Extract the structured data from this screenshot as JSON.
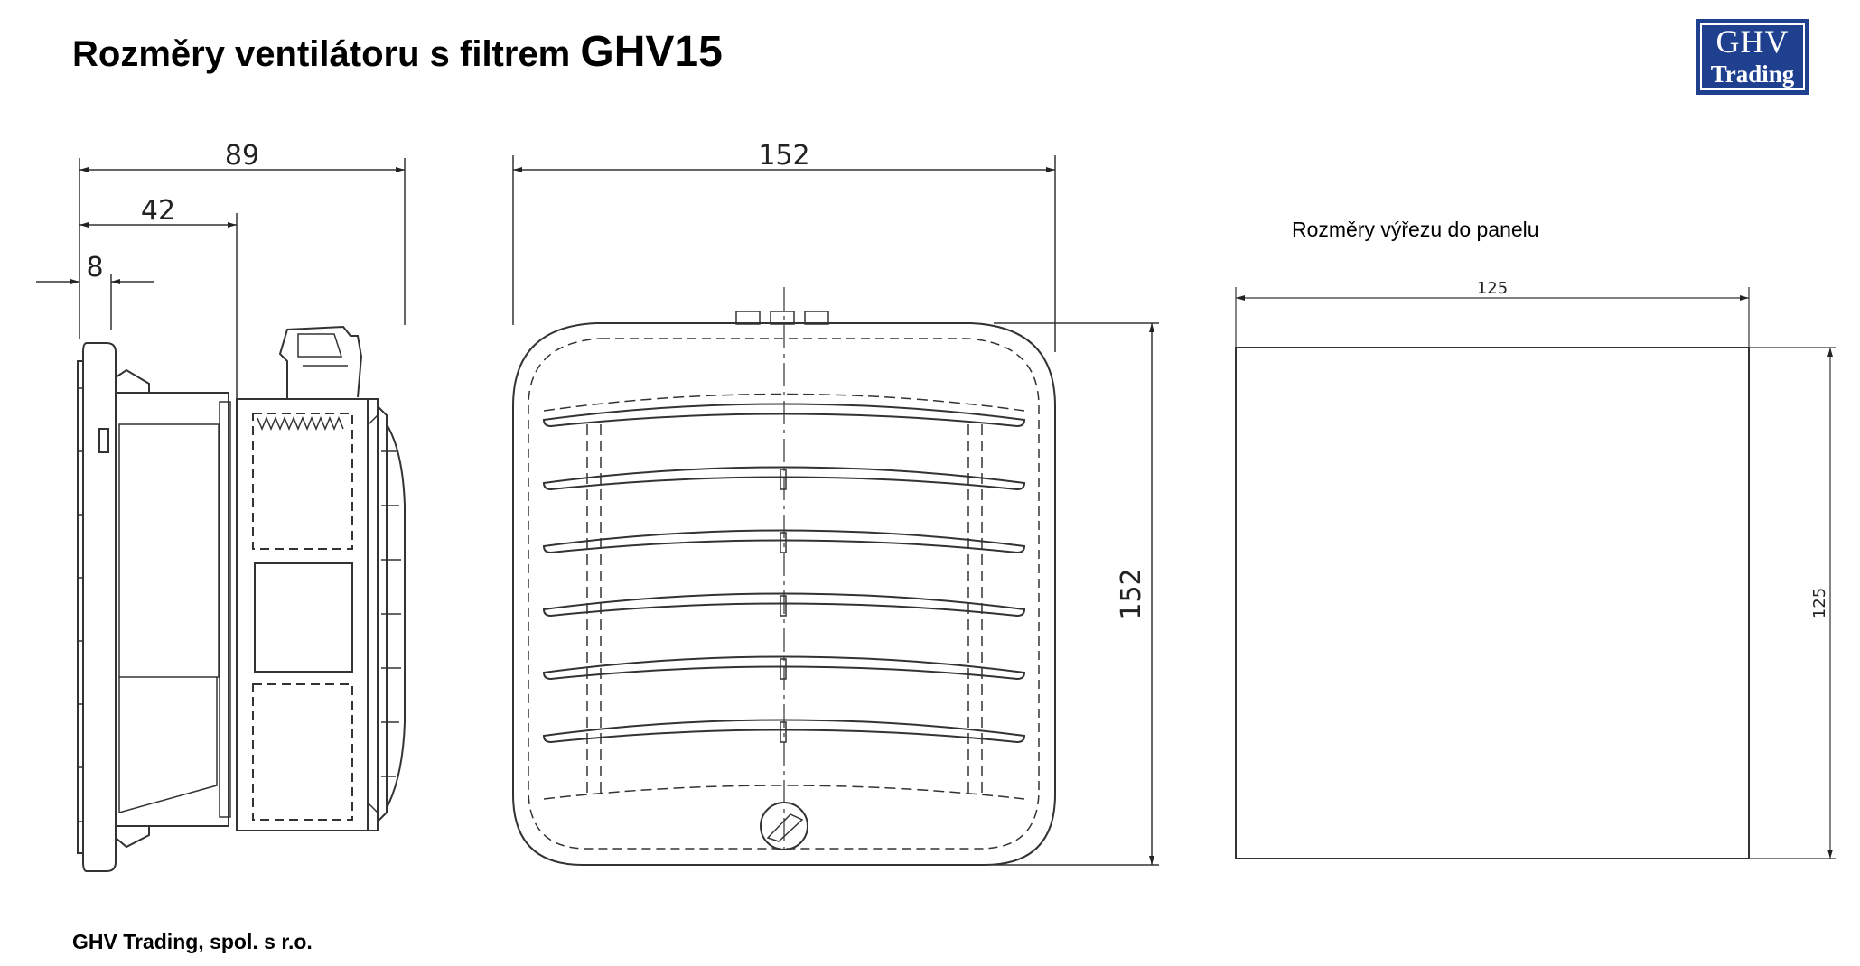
{
  "header": {
    "title_prefix": "Rozměry ventilátoru s filtrem",
    "title_model": "GHV15"
  },
  "logo": {
    "line1": "GHV",
    "line2": "Trading",
    "color": "#1f3f8f"
  },
  "side_view": {
    "dim_overall_depth": "89",
    "dim_body_depth": "42",
    "dim_flange": "8"
  },
  "front_view": {
    "dim_width": "152",
    "dim_height": "152"
  },
  "cutout": {
    "caption": "Rozměry výřezu do panelu",
    "dim_width": "125",
    "dim_height": "125"
  },
  "footer": {
    "company": "GHV Trading, spol. s r.o."
  }
}
